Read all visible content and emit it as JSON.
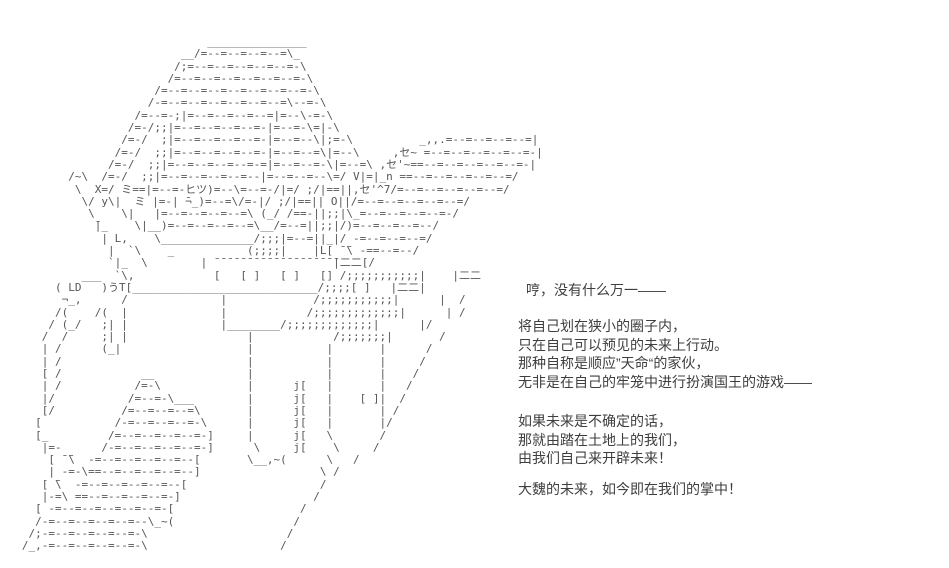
{
  "scene": {
    "background_color": "#ffffff",
    "art_color": "#565656",
    "text_color": "#3e3e3e",
    "alt": "ASCII art of an armored figure wearing a large pointed hat with a feather fan"
  },
  "ascii_art": {
    "lines": [
      "                               _______________",
      "                           __/=--=--=--=--=\\_",
      "                          /;=--=--=--=--=--=-\\",
      "                         /=--=--=--=--=--=--=-\\",
      "                       /=--=--=--=--=--=--=--=-\\",
      "                      /-=--=--=--=--=--=--=\\--=-\\",
      "                    /=--=-;|=--=--=--=--=|=--\\-=-\\",
      "                   /=-/;;|=--=--=--=--=-|=--=-\\=|-\\",
      "                  /=-/  ;|=--=--=--=--=-|=--=--\\|;=-\\          _,,.=--=--=--=--=|",
      "                 /=-/  ;;|=--=--=--=--=-|=--=--=\\|=--\\     ,セ~ =--=--=--=--=--=-|",
      "                /=-/  ;;|=--=--=--=--=-=|=--=--=-\\|=--=\\ ,セ'~==--=--=--=--=--=-|",
      "          /~\\  /=-/  ;;|=--=--=--=--=--|=--=--=--\\=/ V|=|_n ==--=--=--=--=--=/",
      "           \\  X=/ ミ==|=--=-ヒツ)=--\\=--=-/|=/ ;/|==||,セ'^7/=--=--=--=--=--=/",
      "            \\/ y\\|  ミ |=-| ̄¬_)=--=\\/=-|/ ;/|==|| O||/=--=--=--=--=--=/",
      "             \\    \\|   |=--=--=--=--=\\ (_/ /==-||;;|\\_=--=--=--=--=-/",
      "              ̄|_    \\|__)=--=--=--=--=\\__/=--=||;;|/)=--=--=--=--/",
      "               | L,    \\______________/;;;|=--=||_|/ -=--=--=--=/",
      "                |  `\\    _           (;;;;|    |L[ ̄ ̄\\ -==--=--/",
      "                `|_  \\        | ̄ ̄ ̄ ̄ ̄ ̄ ̄ ̄ ̄ ̄ ̄ ̄ ̄ ̄ ̄ ̄ ̄ ̄ ̄|二二[/",
      "            ___  `\\,            [   [ ]   [ ]   [] /;;;;;;;;;;;|    |二二",
      "        ( LD   )うT[____________________________/;;;;[ ]   |二二|",
      "         ¬_,      /              |             /;;;;;;;;;;;|      |  /",
      "        /(    /(  |              |            /;;;;;;;;;;;;;|      | /",
      "       / (_/   ;| |              |________/;;;;;;;;;;;;;|      |/",
      "      /  /     ;| |                  |            /;;;;;;;|       /",
      "      | /      (_|                   |           |       |      /",
      "      | /                            |           |       |     /",
      "      [ /            __              |           |       |    /",
      "      | /           /=-\\             |      j[   |       |   /",
      "      |/           /=--=-\\___        |      j[   |    [ ]|  /",
      "      [/          /=--=--=--=\\       |      j[   |       | /",
      "     [           /-=--=--=--=-\\      |      j[   |       |/",
      "     [_         /=--=--=--=--=-]     |      j[   \\       /",
      "      |=-      /-=--=--=--=--=-]      \\     j[    \\     /",
      "       [ ̄ ̄\\  -=--=--=--=--=--[       \\__,~(      \\   /",
      "       | -=-\\==--=--=--=--=--]                  \\ /",
      "      [ ̄\\  -=--=--=--=--=--[                    /",
      "      |-=\\ ==--=--=--=--=-]                    /",
      "     [ -=--=--=--=--=--=-[                   /",
      "     /-=--=--=--=--=--\\_~(                  /",
      "    /;-=--=--=--=--=-\\                     /",
      "   /_,-=--=--=--=--=-\\                    /"
    ]
  },
  "dialogue": {
    "opening_line": "哼，没有什么万一——",
    "paragraph_1_lines": [
      "将自己划在狭小的圈子内，",
      "只在自己可以预见的未来上行动。",
      "那种自称是顺应”天命“的家伙，",
      "无非是在自己的牢笼中进行扮演国王的游戏——"
    ],
    "paragraph_2_lines": [
      "如果未来是不确定的话，",
      "那就由踏在土地上的我们，",
      "由我们自己来开辟未来！"
    ],
    "closing_line": "大魏的未来，如今即在我们的掌中！"
  }
}
